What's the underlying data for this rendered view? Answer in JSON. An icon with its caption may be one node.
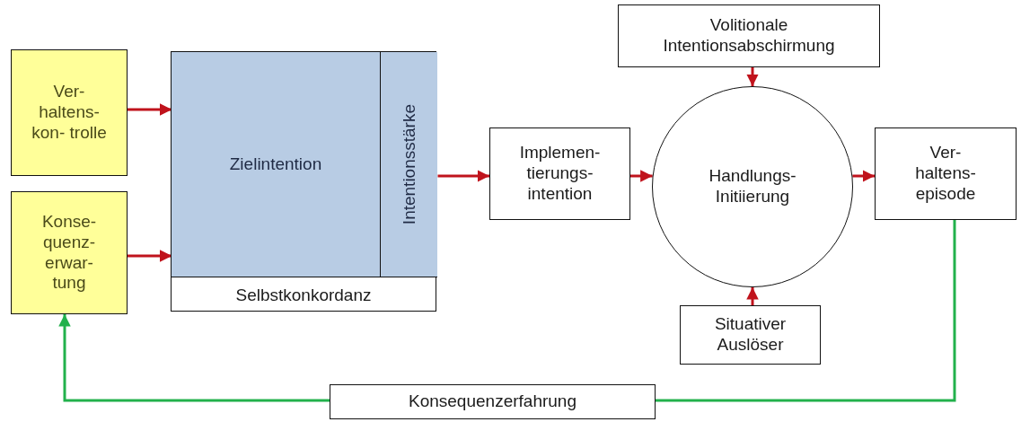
{
  "diagram": {
    "nodes": [
      {
        "text": [
          "Ver- haltens- kon- trolle"
        ]
      },
      {
        "text": [
          "Konse- quenz- erwar- tung"
        ]
      },
      {
        "text": [
          "Selbstkonkordanz"
        ]
      },
      {
        "text": [
          "Zielintention"
        ],
        "in": 2
      },
      {
        "text": [
          "Intentionsstärke"
        ],
        "in": 2
      },
      {
        "text": [
          "Implemen- tierungs- intention"
        ]
      },
      {
        "text": [
          "Volitionale Intentionsabschirmung"
        ]
      },
      {
        "text": [
          "Handlungs- Initiierung"
        ]
      },
      {
        "text": [
          "Situativer Auslöser"
        ]
      },
      {
        "text": [
          "Ver- haltens- episode"
        ]
      },
      {
        "text": [
          "Konsequenzerfahrung"
        ]
      }
    ],
    "edges": [
      {
        "from": 0,
        "to": 3,
        "arrow": "to"
      },
      {
        "from": 1,
        "to": 3,
        "arrow": "to"
      },
      {
        "from": 4,
        "to": 5,
        "arrow": "to"
      },
      {
        "from": 5,
        "to": 7,
        "arrow": "to"
      },
      {
        "from": 6,
        "to": 7,
        "arrow": "to"
      },
      {
        "from": 8,
        "to": 7,
        "arrow": "to"
      },
      {
        "from": 7,
        "to": 9,
        "arrow": "to"
      },
      {
        "from": 9,
        "to": 10,
        "arrow": "none",
        "color": "#22b14c"
      },
      {
        "from": 10,
        "to": 1,
        "arrow": "to",
        "color": "#22b14c"
      }
    ]
  }
}
